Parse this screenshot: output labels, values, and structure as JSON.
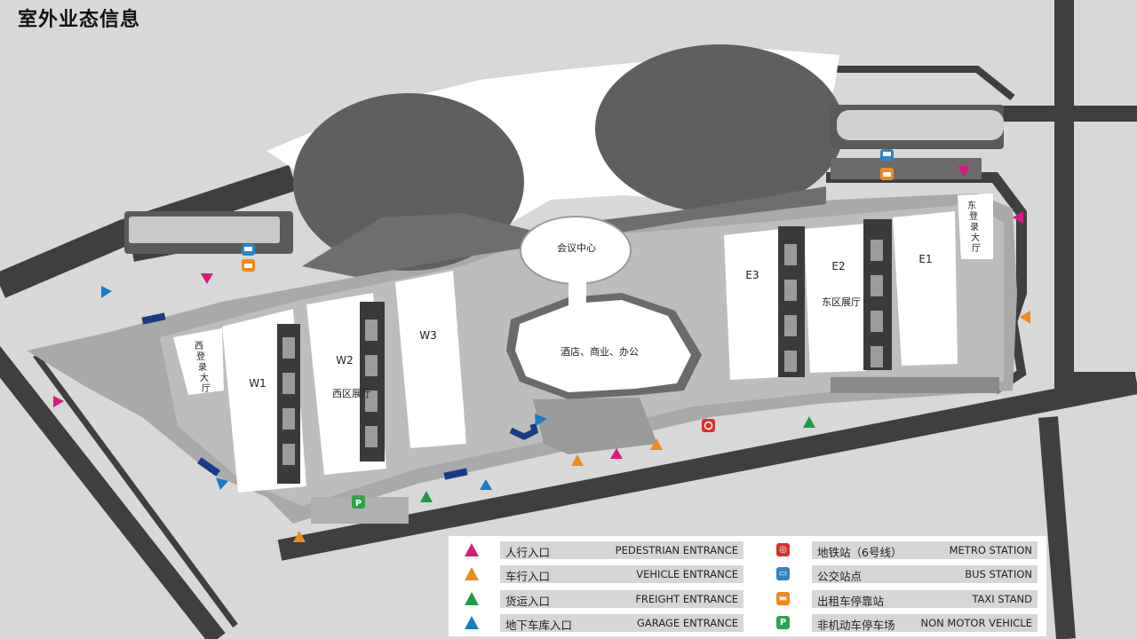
{
  "title": "室外业态信息",
  "colors": {
    "background": "#d8d8d8",
    "road": "#3f3f3f",
    "plaza": "#7a7a7a",
    "building": "#ffffff",
    "pedestrian": "#d81b7e",
    "vehicle": "#f08a1c",
    "freight": "#1f9d45",
    "garage": "#1a7cc2",
    "metro": "#d9312b",
    "bus": "#2b86c8",
    "taxi": "#f08a1c",
    "non_motor": "#2aa54a"
  },
  "map_labels": {
    "convention": "会议中心",
    "hotel": "酒店、商业、办公",
    "west_hall": "西区展厅",
    "east_hall": "东区展厅",
    "west_lobby": [
      "西",
      "登",
      "录",
      "大",
      "厅"
    ],
    "east_lobby": [
      "东",
      "登",
      "录",
      "大",
      "厅"
    ],
    "halls": {
      "w1": "W1",
      "w2": "W2",
      "w3": "W3",
      "e1": "E1",
      "e2": "E2",
      "e3": "E3"
    }
  },
  "legend": [
    {
      "icon": "pedestrian-entrance-icon",
      "cn": "人行入口",
      "en": "PEDESTRIAN ENTRANCE"
    },
    {
      "icon": "vehicle-entrance-icon",
      "cn": "车行入口",
      "en": "VEHICLE ENTRANCE"
    },
    {
      "icon": "freight-entrance-icon",
      "cn": "货运入口",
      "en": "FREIGHT ENTRANCE"
    },
    {
      "icon": "garage-entrance-icon",
      "cn": "地下车库入口",
      "en": "GARAGE ENTRANCE"
    },
    {
      "icon": "metro-station-icon",
      "cn": "地铁站（6号线）",
      "en": "METRO STATION"
    },
    {
      "icon": "bus-station-icon",
      "cn": "公交站点",
      "en": "BUS STATION"
    },
    {
      "icon": "taxi-stand-icon",
      "cn": "出租车停靠站",
      "en": "TAXI STAND"
    },
    {
      "icon": "non-motor-parking-icon",
      "cn": "非机动车停车场",
      "en": "NON MOTOR VEHICLE"
    }
  ]
}
